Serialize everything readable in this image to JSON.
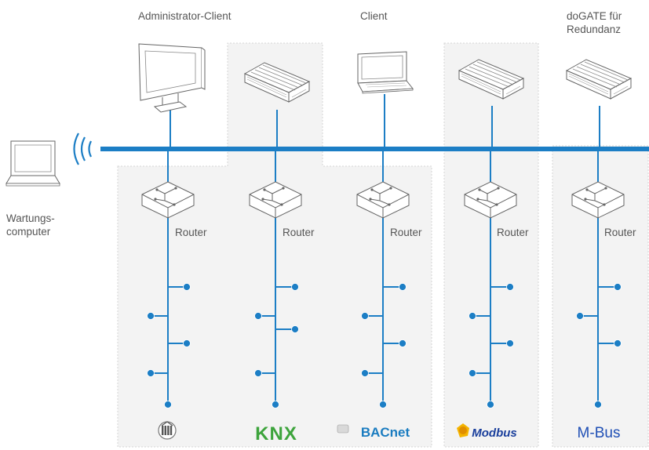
{
  "labels": {
    "admin_client": "Administrator-Client",
    "client": "Client",
    "dogate_redundancy": "doGATE für\nRedundanz",
    "maintenance_computer": "Wartungs-\ncomputer",
    "router": "Router"
  },
  "protocols": {
    "p1": "",
    "knx": "KNX",
    "bacnet": "BACnet",
    "modbus": "Modbus",
    "mbus": "M-Bus"
  },
  "colors": {
    "network_blue": "#1c7ec5",
    "panel_bg": "#f3f3f3",
    "panel_border": "#d6d6d6",
    "device_stroke": "#666666",
    "knx_green": "#3da43c",
    "bacnet_blue": "#1a7cc0",
    "modbus_blue": "#1a3f9c",
    "modbus_yellow": "#f4b400",
    "mbus_blue": "#1f4fb5"
  },
  "icons": [
    "monitor-icon",
    "laptop-icon",
    "server-icon",
    "router-icon",
    "wifi-signal-icon"
  ]
}
